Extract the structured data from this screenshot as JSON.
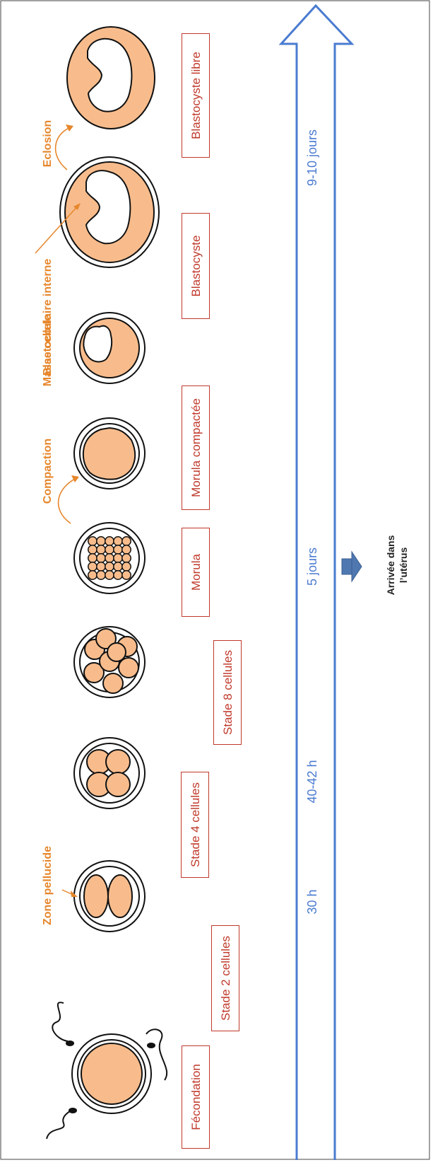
{
  "colors": {
    "cell_fill": "#f8bc8c",
    "outline": "#111111",
    "stage_border": "#c0392b",
    "stage_text": "#c0392b",
    "timeline": "#4a7bd0",
    "annotation": "#e6862b"
  },
  "stages": [
    "Fécondation",
    "Stade 2 cellules",
    "Stade 4 cellules",
    "Stade 8 cellules",
    "Morula",
    "Morula compactée",
    "Blastocyste",
    "Blastocyste libre"
  ],
  "timeline": {
    "t1": "30 h",
    "t2": "40-42 h",
    "t3": "5 jours",
    "t4": "9-10 jours"
  },
  "annotations": {
    "zone": "Zone pellucide",
    "compaction": "Compaction",
    "blastocoele": "Blastocœle",
    "masse": "Masse cellulaire interne",
    "eclosion": "Eclosion"
  },
  "uterus": {
    "line1": "Arrivée dans",
    "line2": "l’utérus"
  }
}
